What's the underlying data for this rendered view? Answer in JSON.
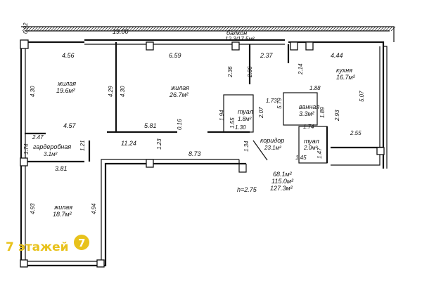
{
  "rooms": {
    "living1": {
      "name": "жилая",
      "area": "19.6м²"
    },
    "living2": {
      "name": "жилая",
      "area": "26.7м²"
    },
    "living3": {
      "name": "жилая",
      "area": "18.7м²"
    },
    "kitchen": {
      "name": "кухня",
      "area": "16.7м²"
    },
    "bathroom": {
      "name": "ванная",
      "area": "3.3м²"
    },
    "toilet1": {
      "name": "туал",
      "area": "1.8м²"
    },
    "toilet2": {
      "name": "туал",
      "area": "2.0м²"
    },
    "wardrobe": {
      "name": "гардеробная",
      "area": "3.1м²"
    },
    "corridor": {
      "name": "коридор",
      "area": "23.1м²"
    },
    "balcony": {
      "name": "балкон",
      "area": "12.3/17.5м²"
    }
  },
  "totals": {
    "living": "68.1м²",
    "total": "115.0м²",
    "overall": "127.3м²",
    "height": "h=2.75"
  },
  "dims": {
    "d0_92": "0.92",
    "d19_00": "19.00",
    "d4_56": "4.56",
    "d6_59": "6.59",
    "d2_37": "2.37",
    "d4_44": "4.44",
    "d4_30a": "4.30",
    "d4_29": "4.29",
    "d4_30b": "4.30",
    "d2_36a": "2.36",
    "d2_36b": "2.36",
    "d2_14": "2.14",
    "d5_07": "5.07",
    "d1_88": "1.88",
    "d5_79": "5.79",
    "d1_73": "1.73",
    "d2_07": "2.07",
    "d1_94": "1.94",
    "d1_55": "1.55",
    "d1_30": "1.30",
    "d1_89": "1.89",
    "d2_93": "2.93",
    "d1_74a": "1.74",
    "d2_55": "2.55",
    "d4_57": "4.57",
    "d5_81": "5.81",
    "d0_16": "0.16",
    "d2_47": "2.47",
    "d1_74b": "1.74",
    "d1_21": "1.21",
    "d11_24": "11.24",
    "d1_23": "1.23",
    "d8_73": "8.73",
    "d1_34": "1.34",
    "d1_47": "1.47",
    "d1_45": "1.45",
    "d3_81": "3.81",
    "d4_93": "4.93",
    "d4_94": "4.94"
  },
  "logo": {
    "text": "7 этажей",
    "badge": "7"
  },
  "colors": {
    "logo": "#e8c21c",
    "line": "#111111"
  }
}
